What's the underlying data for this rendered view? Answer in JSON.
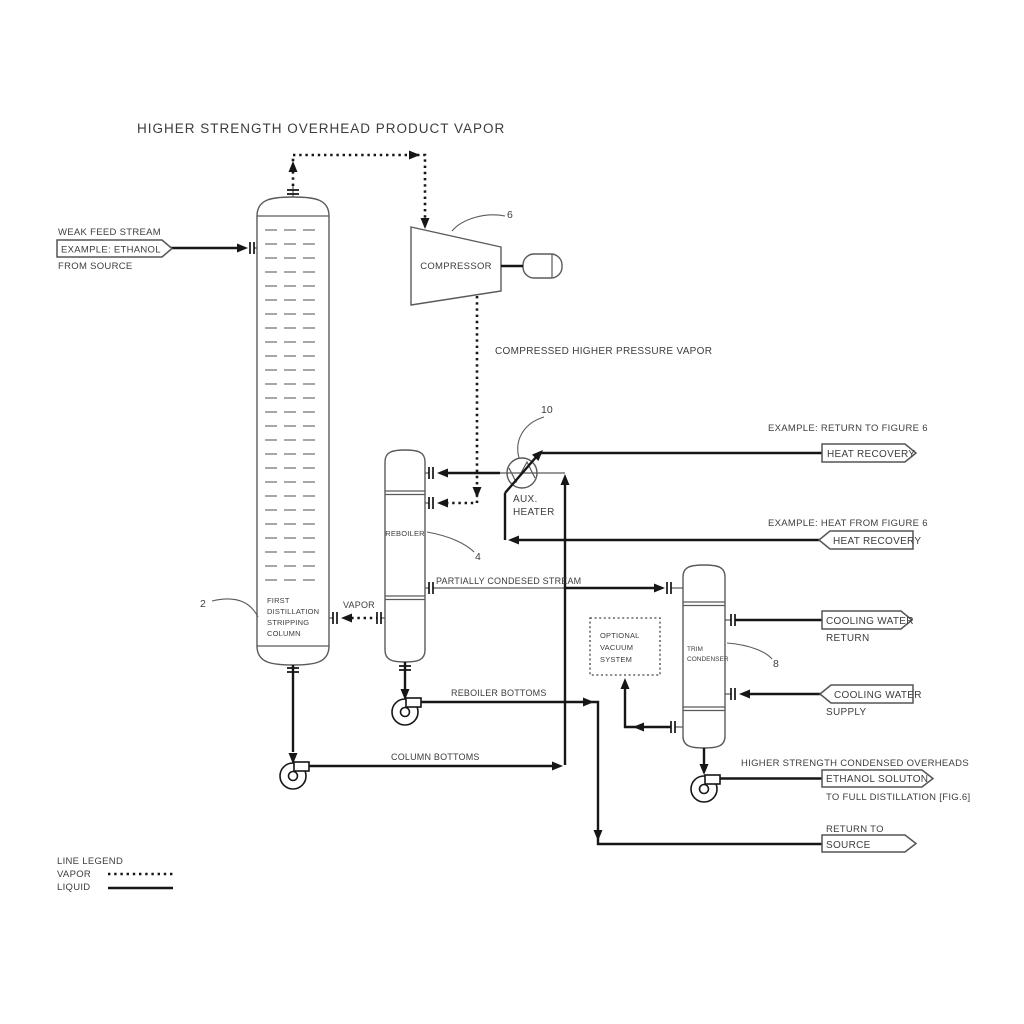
{
  "title": "HIGHER STRENGTH OVERHEAD PRODUCT VAPOR",
  "feed": {
    "caption_top": "WEAK FEED STREAM",
    "tag": "EXAMPLE: ETHANOL",
    "caption_bottom": "FROM SOURCE"
  },
  "column": {
    "number": "2",
    "label_lines": [
      "FIRST",
      "DISTILLATION",
      "STRIPPING",
      "COLUMN"
    ]
  },
  "compressor": {
    "number": "6",
    "label": "COMPRESSOR"
  },
  "aux_heater": {
    "number": "10",
    "label_lines": [
      "AUX.",
      "HEATER"
    ]
  },
  "reboiler": {
    "number": "4",
    "label": "REBOILER"
  },
  "trim_condenser": {
    "number": "8",
    "label_lines": [
      "TRIM",
      "CONDENSER"
    ]
  },
  "vacuum_system": {
    "label_lines": [
      "OPTIONAL",
      "VACUUM",
      "SYSTEM"
    ]
  },
  "streams": {
    "compressed_vapor": "COMPRESSED HIGHER PRESSURE VAPOR",
    "vapor": "VAPOR",
    "partially_condensed": "PARTIALLY CONDESED STREAM",
    "reboiler_bottoms": "REBOILER BOTTOMS",
    "column_bottoms": "COLUMN BOTTOMS"
  },
  "heat_recovery_return": {
    "caption": "EXAMPLE: RETURN TO FIGURE 6",
    "tag": "HEAT RECOVERY"
  },
  "heat_recovery_supply": {
    "caption": "EXAMPLE: HEAT FROM FIGURE 6",
    "tag": "HEAT RECOVERY"
  },
  "cooling_water_return": {
    "tag": "COOLING WATER",
    "caption": "RETURN"
  },
  "cooling_water_supply": {
    "tag": "COOLING WATER",
    "caption": "SUPPLY"
  },
  "overheads": {
    "caption": "HIGHER STRENGTH CONDENSED OVERHEADS",
    "tag": "ETHANOL SOLUTON",
    "subcaption": "TO FULL DISTILLATION [FIG.6]"
  },
  "return_to_source": {
    "caption": "RETURN TO",
    "tag": "SOURCE"
  },
  "legend": {
    "title": "LINE LEGEND",
    "vapor": "VAPOR",
    "liquid": "LIQUID"
  },
  "colors": {
    "line": "#161616",
    "outline": "#5a5a5a",
    "text": "#3d3d3d"
  }
}
